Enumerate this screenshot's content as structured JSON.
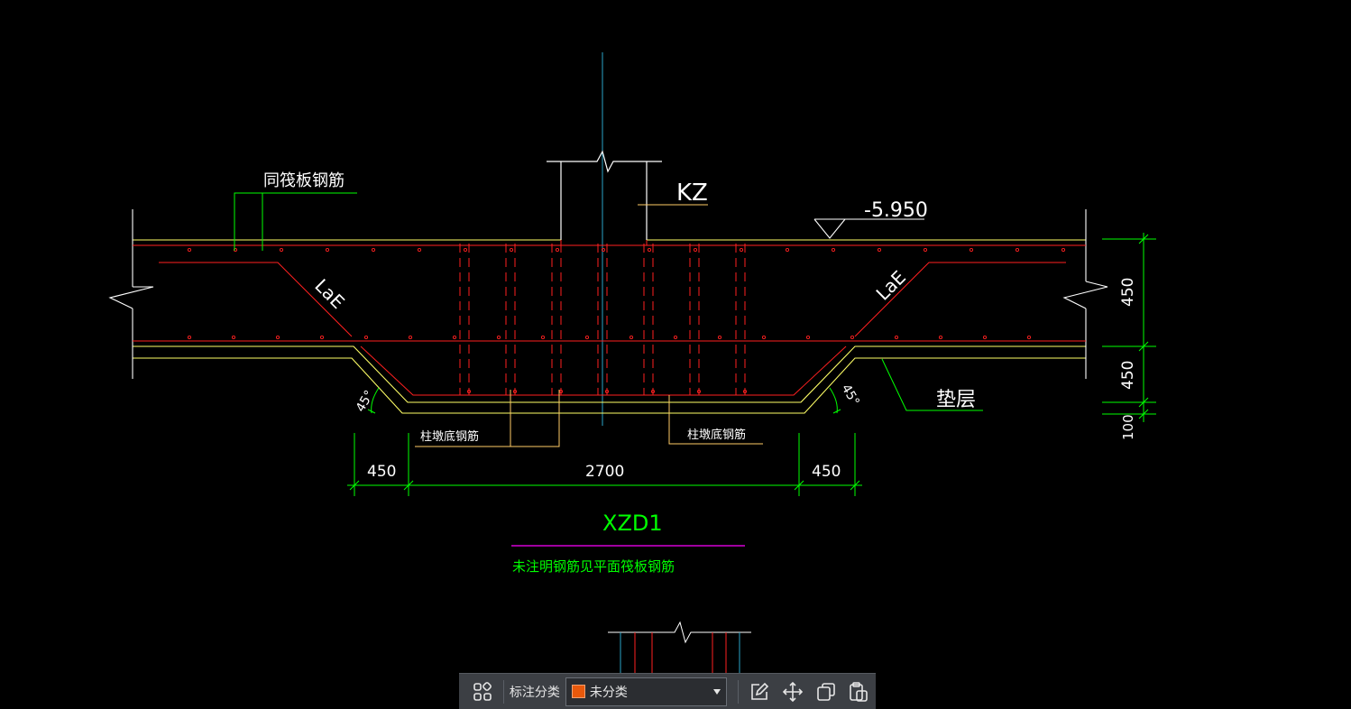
{
  "drawing": {
    "label_raft_rebar": "同筏板钢筋",
    "label_column": "KZ",
    "label_elevation": "-5.950",
    "label_anchor_left": "LaE",
    "label_anchor_right": "LaE",
    "label_angle_left": "45°",
    "label_angle_right": "45°",
    "label_cushion": "垫层",
    "label_pier_rebar_left": "柱墩底钢筋",
    "label_pier_rebar_right": "柱墩底钢筋",
    "dim_bottom_left": "450",
    "dim_bottom_mid": "2700",
    "dim_bottom_right": "450",
    "dim_right_top": "450",
    "dim_right_mid": "450",
    "dim_right_bottom": "100",
    "title": "XZD1",
    "note": "未注明钢筋见平面筏板钢筋"
  },
  "toolbar": {
    "label": "标注分类",
    "selected_category": "未分类",
    "selected_color": "#e8590c"
  },
  "colors": {
    "background": "#000000",
    "concrete_outline": "#ffff66",
    "rebar": "#ff2020",
    "dimension": "#00ff00",
    "text": "#ffffff",
    "axis": "#2aa4c8",
    "title_underline": "#ff00ff"
  }
}
